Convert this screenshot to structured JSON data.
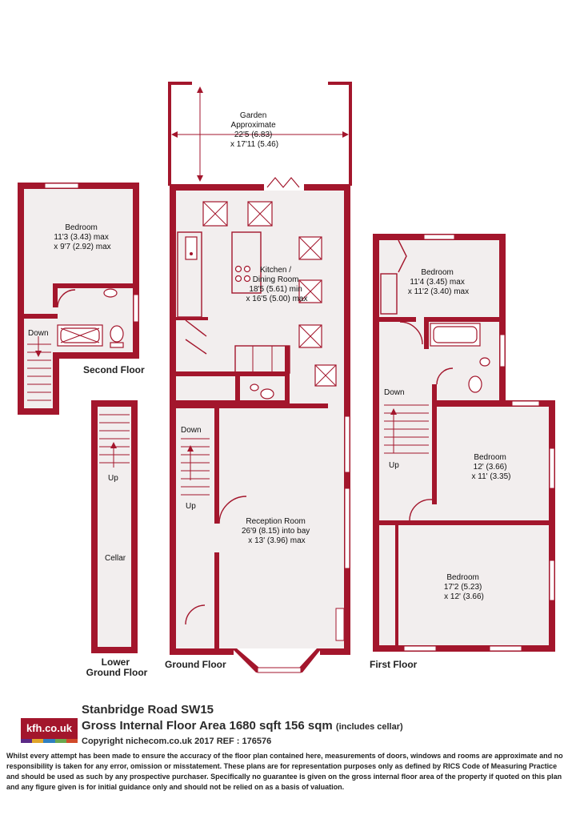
{
  "floors": {
    "second": "Second Floor",
    "lower_ground": "Lower\nGround Floor",
    "ground": "Ground Floor",
    "first": "First Floor"
  },
  "rooms": {
    "garden": [
      "Garden",
      "Approximate",
      "22'5 (6.83)",
      "x 17'11 (5.46)"
    ],
    "bedroom_second": [
      "Bedroom",
      "11'3 (3.43) max",
      "x 9'7 (2.92) max"
    ],
    "kitchen": [
      "Kitchen /",
      "Dining Room",
      "18'5 (5.61) min",
      "x 16'5 (5.00) max"
    ],
    "reception": [
      "Reception Room",
      "26'9 (8.15) into bay",
      "x 13' (3.96) max"
    ],
    "cellar": [
      "Cellar"
    ],
    "bedroom_first_1": [
      "Bedroom",
      "11'4 (3.45) max",
      "x 11'2 (3.40) max"
    ],
    "bedroom_first_2": [
      "Bedroom",
      "12' (3.66)",
      "x 11' (3.35)"
    ],
    "bedroom_first_3": [
      "Bedroom",
      "17'2 (5.23)",
      "x 12' (3.66)"
    ]
  },
  "stair_labels": {
    "second_down": "Down",
    "cellar_up": "Up",
    "ground_down": "Down",
    "ground_up": "Up",
    "first_down": "Down",
    "first_up": "Up"
  },
  "footer": {
    "logo": "kfh.co.uk",
    "address": "Stanbridge Road  SW15",
    "area": "Gross Internal Floor Area 1680 sqft 156 sqm",
    "area_note": "(includes cellar)",
    "copyright": "Copyright nichecom.co.uk 2017 REF : 176576",
    "disclaimer": "Whilst every attempt has been made to ensure the accuracy of the floor plan contained here, measurements of doors, windows and rooms are approximate and no responsibility is taken for any error, omission or misstatement.  These plans are for representation purposes only as defined by RICS Code of Measuring Practice and should be used as such by any prospective purchaser.  Specifically no guarantee is given on the gross internal floor area of the property if quoted on this plan and any figure given is for initial guidance only and should not be relied on as a basis of valuation."
  },
  "colors": {
    "wall": "#a3162c",
    "floor": "#f2eeee"
  }
}
